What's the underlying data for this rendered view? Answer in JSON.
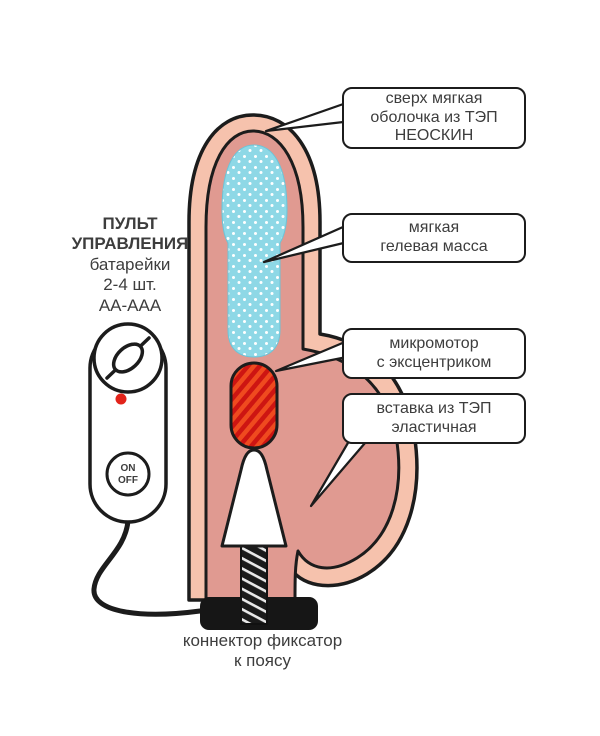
{
  "colors": {
    "outline": "#1c1c1c",
    "shell": "#f6c2ad",
    "inner": "#e09a91",
    "gel_blue": "#8ed8e6",
    "gel_dot": "#ffffff",
    "motor_red": "#ef4a1f",
    "motor_stripe": "#cd1512",
    "thread_dark": "#1a1a1a",
    "thread_light": "#e8e8e8",
    "led_red": "#e2231a",
    "text": "#3d3d3d"
  },
  "callouts": [
    {
      "id": "shell",
      "lines": [
        "сверх мягкая",
        "оболочка из ТЭП",
        "НЕОСКИН"
      ]
    },
    {
      "id": "gel",
      "lines": [
        "мягкая",
        "гелевая масса"
      ]
    },
    {
      "id": "motor",
      "lines": [
        "микромотор",
        "с эксцентриком"
      ]
    },
    {
      "id": "insert",
      "lines": [
        "вставка из ТЭП",
        "эластичная"
      ]
    }
  ],
  "remote_label": {
    "lines": [
      "ПУЛЬТ",
      "УПРАВЛЕНИЯ",
      "батарейки",
      "2-4 шт.",
      "АА-ААА"
    ]
  },
  "remote": {
    "on_label": "ON",
    "off_label": "OFF"
  },
  "bottom_label": {
    "lines": [
      "коннектор фиксатор",
      "к поясу"
    ]
  }
}
